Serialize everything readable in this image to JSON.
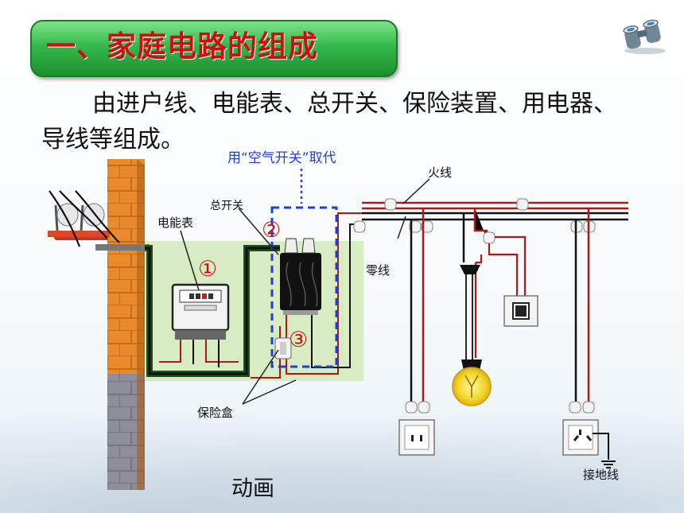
{
  "slide": {
    "title": "一、家庭电路的组成",
    "intro": "由进户线、电能表、总开关、保险装置、用电器、导线等组成。",
    "animation_label": "动画"
  },
  "diagram": {
    "note_replace": "用“空气开关”取代",
    "label_live_wire": "火线",
    "label_neutral_wire": "零线",
    "label_meter": "电能表",
    "label_main_switch": "总开关",
    "label_fuse_box": "保险盒",
    "label_ground_wire": "接地线",
    "marker_1": "①",
    "marker_2": "②",
    "marker_3": "③"
  },
  "colors": {
    "title_text": "#cc1010",
    "banner_green": "#33b94a",
    "live_wire": "#b01818",
    "neutral_wire": "#222222",
    "dashed_box": "#1f3fd6",
    "note_text": "#1f3fd6",
    "marker": "#d01010",
    "panel_bg": "#d8ecc4",
    "wall": "#e98a2b"
  },
  "icons": {
    "corner_decoration": "binoculars-icon"
  }
}
